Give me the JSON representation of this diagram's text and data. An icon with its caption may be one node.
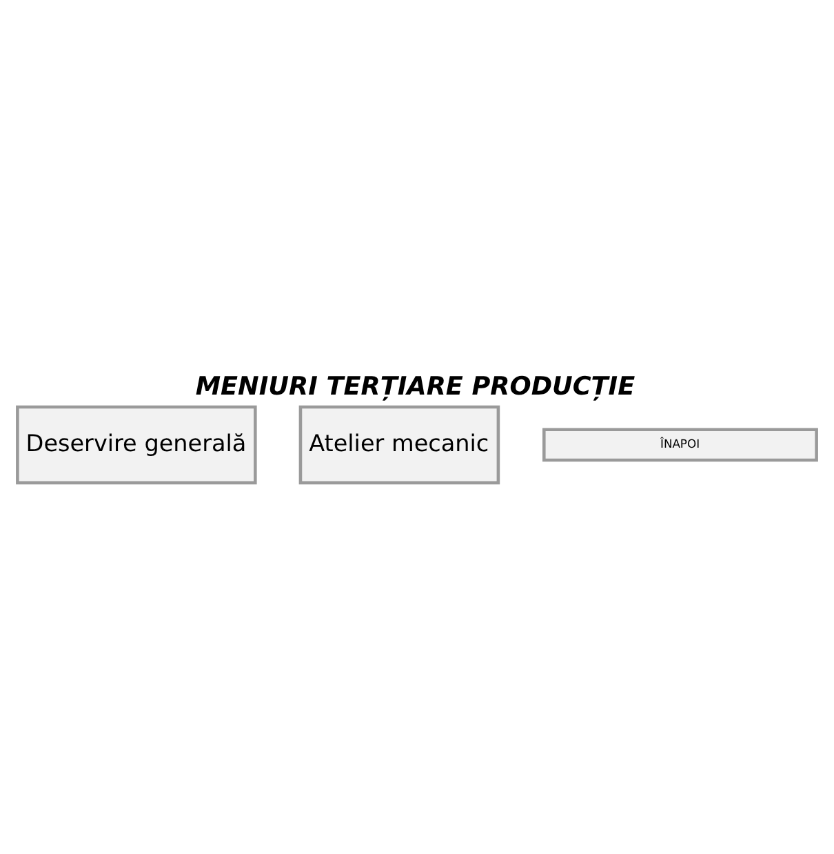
{
  "diagram": {
    "title": "MENIURI TERȚIARE PRODUCȚIE",
    "nodes": [
      {
        "text": [
          "Deservire generală"
        ]
      },
      {
        "text": [
          "Atelier mecanic"
        ]
      },
      {
        "text": [
          "ÎNAPOI"
        ]
      }
    ]
  }
}
